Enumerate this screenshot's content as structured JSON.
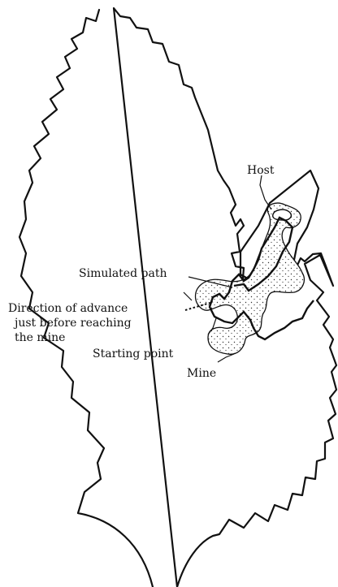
{
  "labels": {
    "host": "Host",
    "simulated_path": "Simulated path",
    "direction_line1": "Direction of advance",
    "direction_line2": "just before reaching",
    "direction_line3": "the mine",
    "starting_point": "Starting point",
    "mine": "Mine"
  }
}
